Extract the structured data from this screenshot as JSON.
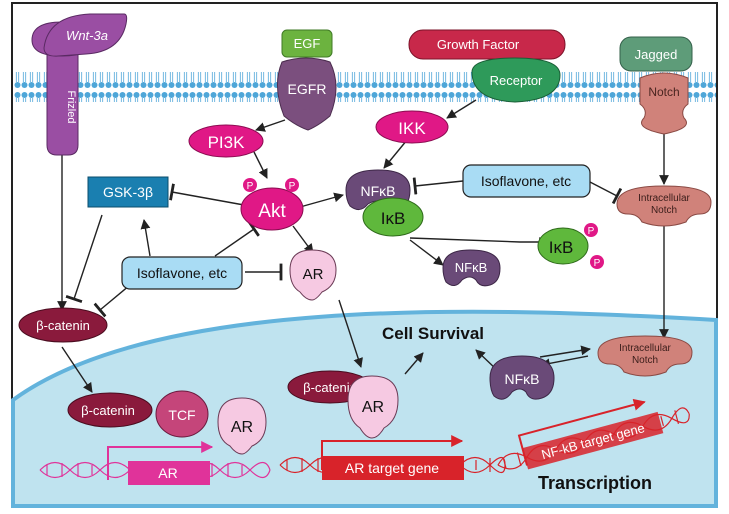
{
  "colors": {
    "frame": "#222222",
    "membrane": "#4ea6d8",
    "nucleus_fill": "#bfe3ef",
    "nucleus_edge": "#63b3dc",
    "wnt": "#9a4ea3",
    "egf": "#6cb33f",
    "egfr": "#7b4f7e",
    "growth_factor": "#c8284a",
    "receptor": "#2e9a5a",
    "jagged": "#5e9c79",
    "notch": "#d0827a",
    "magenta": "#e01886",
    "isoflavone_fill": "#a9dcf4",
    "gsk": "#1a7fb0",
    "beta_catenin": "#8a1a3c",
    "ar_fill": "#f6c9e2",
    "nfkb": "#6a4a78",
    "ikb": "#5fb83c",
    "dna_red": "#d8232a",
    "dna_magenta": "#e0339a"
  },
  "labels": {
    "wnt3a": "Wnt-3a",
    "frizzled": "Frizled",
    "egf": "EGF",
    "egfr": "EGFR",
    "growth_factor": "Growth Factor",
    "receptor": "Receptor",
    "jagged": "Jagged",
    "notch": "Notch",
    "pi3k": "PI3K",
    "ikk": "IKK",
    "akt": "Akt",
    "p": "P",
    "gsk3b": "GSK-3β",
    "nfkb": "NFκB",
    "ikb": "IκB",
    "isoflavone": "Isoflavone, etc",
    "intracellular": "Intracellular",
    "intracellular_notch": "Notch",
    "ar": "AR",
    "beta_catenin": "β-catenin",
    "tcf": "TCF",
    "cell_survival": "Cell Survival",
    "ar_gene": "AR",
    "ar_target_gene": "AR target gene",
    "nfkb_target_gene": "NF-kB target gene",
    "transcription": "Transcription"
  }
}
